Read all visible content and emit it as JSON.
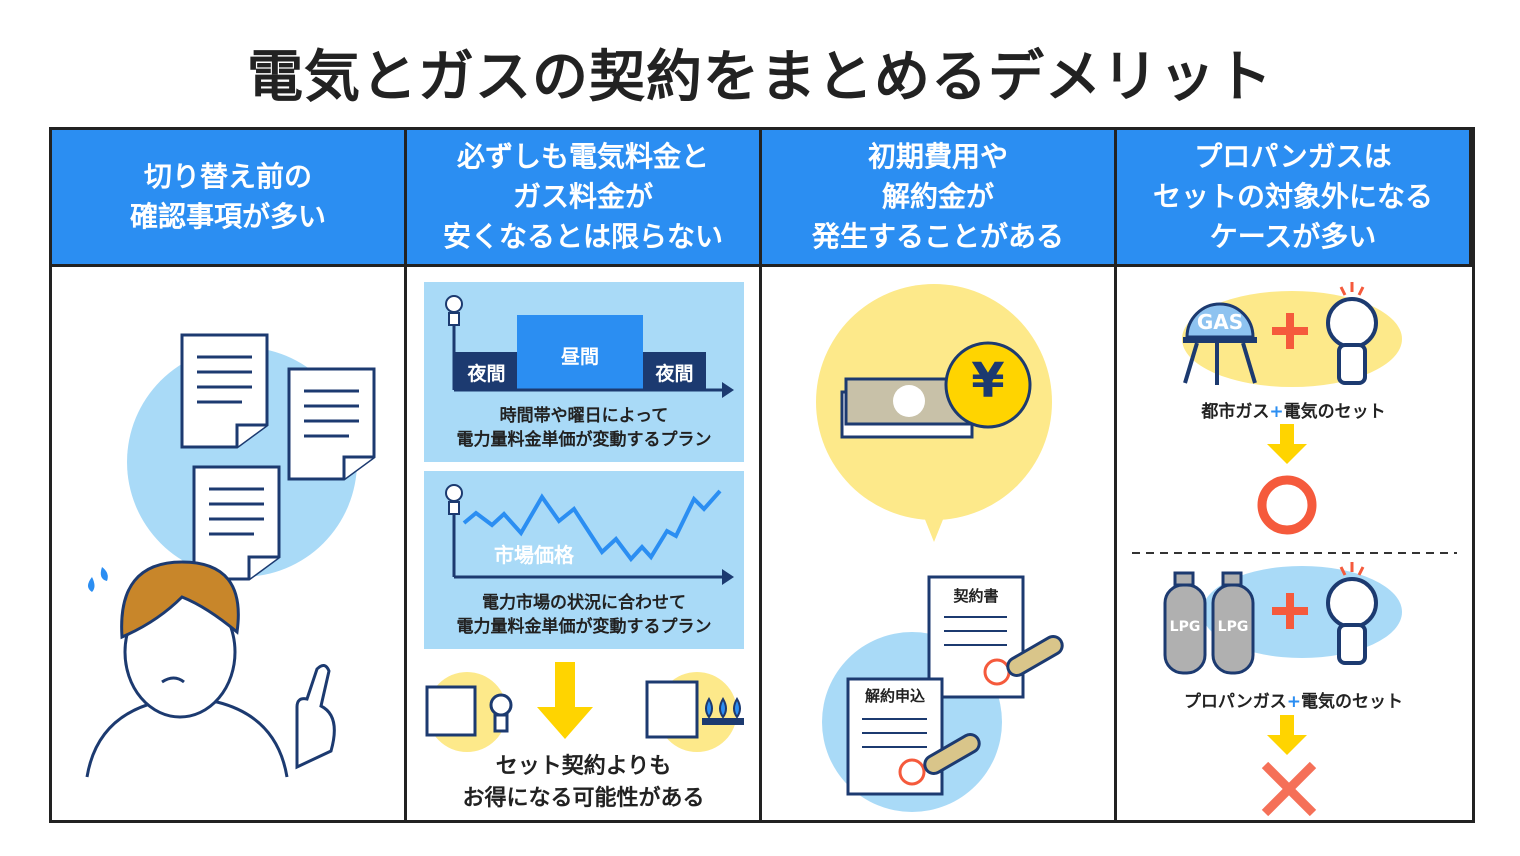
{
  "title": "電気とガスの契約をまとめるデメリット",
  "columns": [
    {
      "header": "切り替え前の\n確認事項が多い"
    },
    {
      "header": "必ずしも電気料金と\nガス料金が\n安くなるとは限らない",
      "panel1": {
        "night_left": "夜間",
        "day": "昼間",
        "night_right": "夜間",
        "caption": "時間帯や曜日によって\n電力量料金単価が変動するプラン"
      },
      "panel2": {
        "label": "市場価格",
        "caption": "電力市場の状況に合わせて\n電力量料金単価が変動するプラン"
      },
      "conclusion": "セット契約よりも\nお得になる可能性がある"
    },
    {
      "header": "初期費用や\n解約金が\n発生することがある",
      "yen": "¥",
      "doc1": "契約書",
      "doc2": "解約申込"
    },
    {
      "header": "プロパンガスは\nセットの対象外になる\nケースが多い",
      "gas_tank_label": "GAS",
      "lpg_label": "LPG",
      "set1": {
        "a": "都市ガス",
        "plus": "+",
        "b": "電気のセット",
        "result": "circle"
      },
      "set2": {
        "a": "プロパンガス",
        "plus": "+",
        "b": "電気のセット",
        "result": "cross"
      }
    }
  ],
  "colors": {
    "header_blue": "#2b8ef2",
    "light_blue": "#a9daf7",
    "yellow": "#fde98a",
    "arrow_yellow": "#ffd400",
    "red": "#f55a3c",
    "navy": "#1c3a70"
  }
}
